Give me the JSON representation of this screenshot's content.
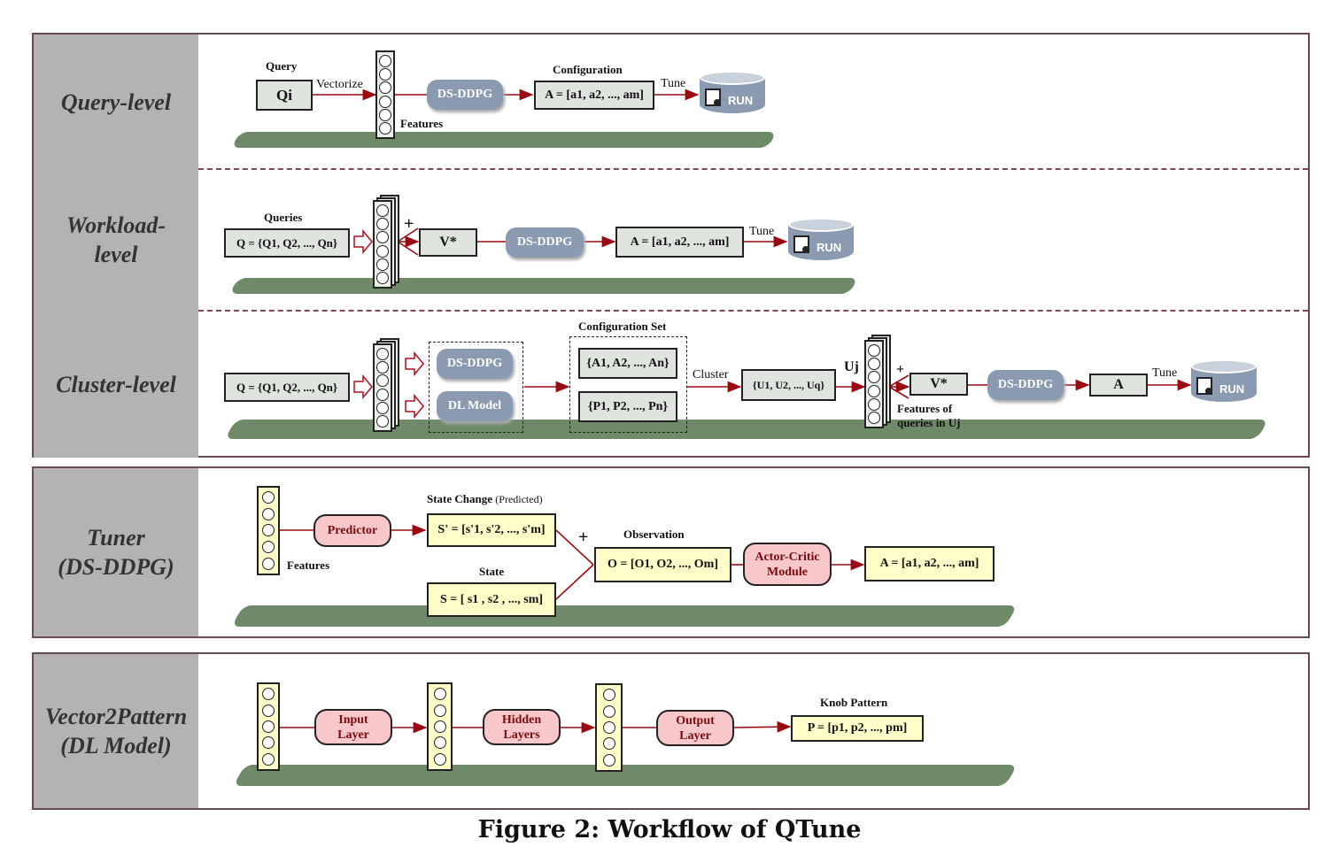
{
  "caption": "Figure 2: Workflow of QTune",
  "levels": {
    "query": "Query-level",
    "workload": "Workload-\nlevel",
    "cluster": "Cluster-level",
    "tuner": "Tuner\n(DS-DDPG)",
    "vector": "Vector2Pattern\n(DL Model)"
  },
  "query_row": {
    "query_label": "Query",
    "query_box": "Qi",
    "vectorize": "Vectorize",
    "features": "Features",
    "dsddpg": "DS-DDPG",
    "config_label": "Configuration",
    "config_box": "A = [a1, a2, ..., am]",
    "tune": "Tune",
    "run": "RUN"
  },
  "workload_row": {
    "queries_label": "Queries",
    "queries_box": "Q = {Q1, Q2, ..., Qn}",
    "plus": "+",
    "v_star": "V*",
    "dsddpg": "DS-DDPG",
    "config_box": "A = [a1, a2, ..., am]",
    "tune": "Tune",
    "run": "RUN"
  },
  "cluster_row": {
    "queries_box": "Q = {Q1, Q2, ..., Qn}",
    "dsddpg": "DS-DDPG",
    "dl_model": "DL Model",
    "config_set_label": "Configuration Set",
    "a_set": "{A1, A2, ..., An}",
    "p_set": "{P1, P2, ..., Pn}",
    "cluster": "Cluster",
    "u_set": "{U1, U2, ..., Uq}",
    "uj": "Uj",
    "plus": "+",
    "v_star": "V*",
    "features_of": "Features of\nqueries in Uj",
    "dsddpg2": "DS-DDPG",
    "a_box": "A",
    "tune": "Tune",
    "run": "RUN"
  },
  "tuner_row": {
    "features": "Features",
    "predictor": "Predictor",
    "state_change_label": "State Change",
    "predicted": "(Predicted)",
    "s_prime": "S' = [s'1, s'2, ..., s'm]",
    "state_label": "State",
    "s_box": "S = [ s1 , s2 , ...,  sm]",
    "plus": "+",
    "observation_label": "Observation",
    "o_box": "O = [O1, O2, ..., Om]",
    "actor_critic": "Actor-Critic\nModule",
    "a_box": "A = [a1, a2, ..., am]"
  },
  "vector_row": {
    "input_layer": "Input\nLayer",
    "hidden_layers": "Hidden\nLayers",
    "output_layer": "Output\nLayer",
    "knob_label": "Knob Pattern",
    "p_box": "P = [p1, p2, ..., pm]"
  }
}
